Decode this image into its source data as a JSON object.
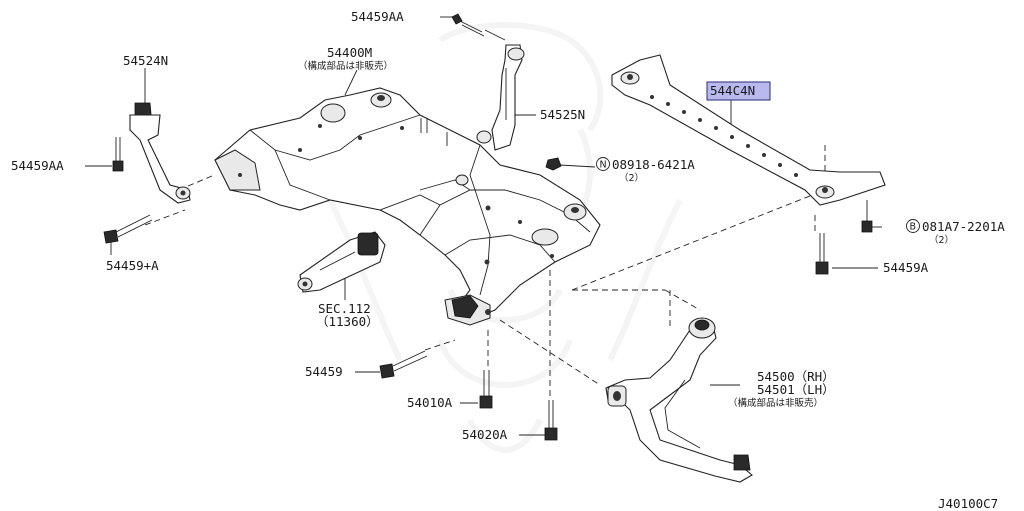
{
  "diagram": {
    "labels": {
      "l_54459AA_top": "54459AA",
      "l_54400M": "54400M",
      "l_54400M_note": "（構成部品は非販売）",
      "l_54524N": "54524N",
      "l_54525N": "54525N",
      "l_54459AA_left": "54459AA",
      "l_08918": "08918-6421A",
      "l_08918_qty": "（2）",
      "l_544C4N": "544C4N",
      "l_081A7": "081A7-2201A",
      "l_081A7_qty": "（2）",
      "l_54459A": "54459A",
      "l_54459plusA": "54459+A",
      "l_sec112": "SEC.112",
      "l_11360": "（11360）",
      "l_54459": "54459",
      "l_54500": "54500（RH）",
      "l_54501": "54501（LH）",
      "l_5450x_note": "（構成部品は非販売）",
      "l_54010A": "54010A",
      "l_54020A": "54020A",
      "l_ref": "J40100C7",
      "badge_N": "N",
      "badge_B": "B"
    },
    "highlight_color": "#b9b9ee"
  }
}
